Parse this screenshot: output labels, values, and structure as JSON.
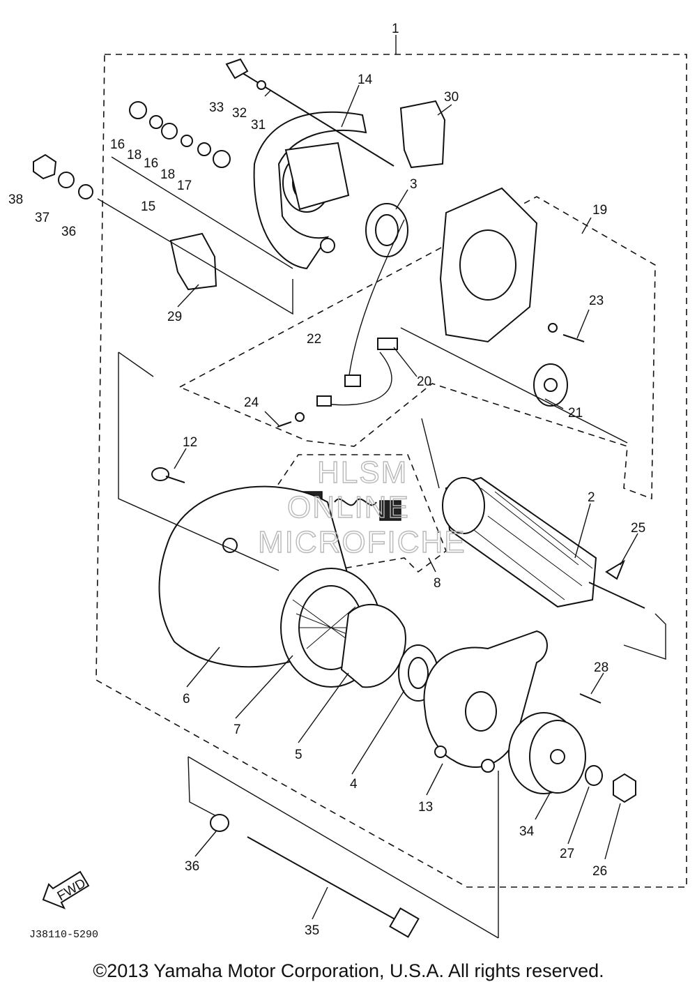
{
  "diagram": {
    "callouts": [
      {
        "id": "c1",
        "text": "1"
      },
      {
        "id": "c2",
        "text": "2"
      },
      {
        "id": "c3",
        "text": "3"
      },
      {
        "id": "c4",
        "text": "4"
      },
      {
        "id": "c5",
        "text": "5"
      },
      {
        "id": "c6",
        "text": "6"
      },
      {
        "id": "c7",
        "text": "7"
      },
      {
        "id": "c8",
        "text": "8"
      },
      {
        "id": "c12",
        "text": "12"
      },
      {
        "id": "c13",
        "text": "13"
      },
      {
        "id": "c14",
        "text": "14"
      },
      {
        "id": "c15",
        "text": "15"
      },
      {
        "id": "c16a",
        "text": "16"
      },
      {
        "id": "c16b",
        "text": "16"
      },
      {
        "id": "c17",
        "text": "17"
      },
      {
        "id": "c18a",
        "text": "18"
      },
      {
        "id": "c18b",
        "text": "18"
      },
      {
        "id": "c19",
        "text": "19"
      },
      {
        "id": "c20",
        "text": "20"
      },
      {
        "id": "c21",
        "text": "21"
      },
      {
        "id": "c22",
        "text": "22"
      },
      {
        "id": "c23",
        "text": "23"
      },
      {
        "id": "c24",
        "text": "24"
      },
      {
        "id": "c25",
        "text": "25"
      },
      {
        "id": "c26",
        "text": "26"
      },
      {
        "id": "c27",
        "text": "27"
      },
      {
        "id": "c28",
        "text": "28"
      },
      {
        "id": "c29",
        "text": "29"
      },
      {
        "id": "c30",
        "text": "30"
      },
      {
        "id": "c31",
        "text": "31"
      },
      {
        "id": "c32",
        "text": "32"
      },
      {
        "id": "c33",
        "text": "33"
      },
      {
        "id": "c34",
        "text": "34"
      },
      {
        "id": "c35",
        "text": "35"
      },
      {
        "id": "c36a",
        "text": "36"
      },
      {
        "id": "c36b",
        "text": "36"
      },
      {
        "id": "c37",
        "text": "37"
      },
      {
        "id": "c38",
        "text": "38"
      }
    ],
    "fwd_label": "FWD",
    "drawing_code": "J38110-5290",
    "watermark": {
      "line1": "HLSM",
      "line2": "ONLINE",
      "line3": "MICROFICHE"
    }
  },
  "footer": {
    "copyright": "©2013 Yamaha Motor Corporation, U.S.A. All rights reserved."
  }
}
